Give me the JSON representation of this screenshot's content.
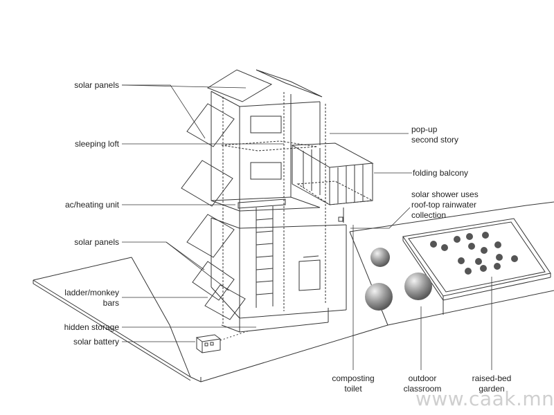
{
  "labels": {
    "solar_panels_top": "solar panels",
    "sleeping_loft": "sleeping loft",
    "ac_heating": "ac/heating unit",
    "solar_panels_mid": "solar panels",
    "ladder_line1": "ladder/monkey",
    "ladder_line2": "bars",
    "hidden_storage": "hidden storage",
    "solar_battery": "solar battery",
    "popup_line1": "pop-up",
    "popup_line2": "second story",
    "folding_balcony": "folding balcony",
    "shower_line1": "solar shower uses",
    "shower_line2": "roof-top rainwater",
    "shower_line3": "collection",
    "composting_line1": "composting",
    "composting_line2": "toilet",
    "outdoor_line1": "outdoor",
    "outdoor_line2": "classroom",
    "garden_line1": "raised-bed",
    "garden_line2": "garden"
  },
  "watermark": "www.caak.mn",
  "colors": {
    "line": "#333333",
    "sphere": "#9a9a9a"
  }
}
